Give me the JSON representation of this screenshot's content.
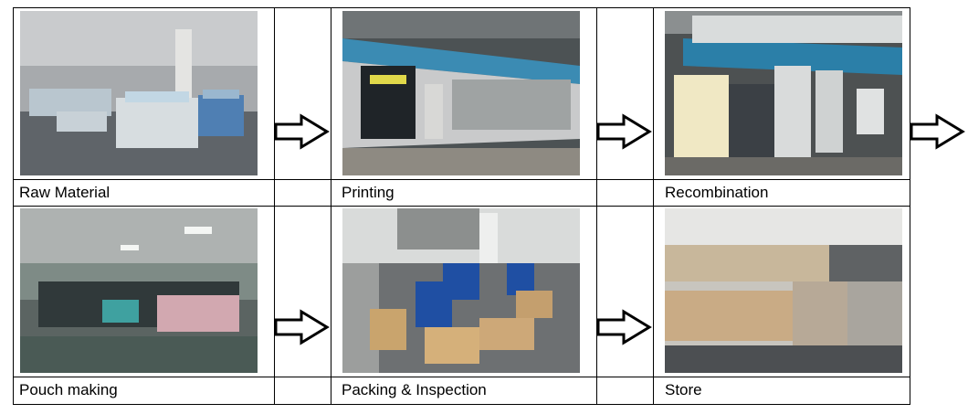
{
  "steps": [
    {
      "label": "Raw Material"
    },
    {
      "label": "Printing"
    },
    {
      "label": "Recombination"
    },
    {
      "label": "Pouch making"
    },
    {
      "label": "Packing & Inspection"
    },
    {
      "label": "Store"
    }
  ],
  "colors": {
    "border": "#000000",
    "background": "#ffffff",
    "arrow_fill": "#ffffff",
    "arrow_stroke": "#000000"
  },
  "icons": {
    "flow_arrow": "right-arrow-icon"
  }
}
